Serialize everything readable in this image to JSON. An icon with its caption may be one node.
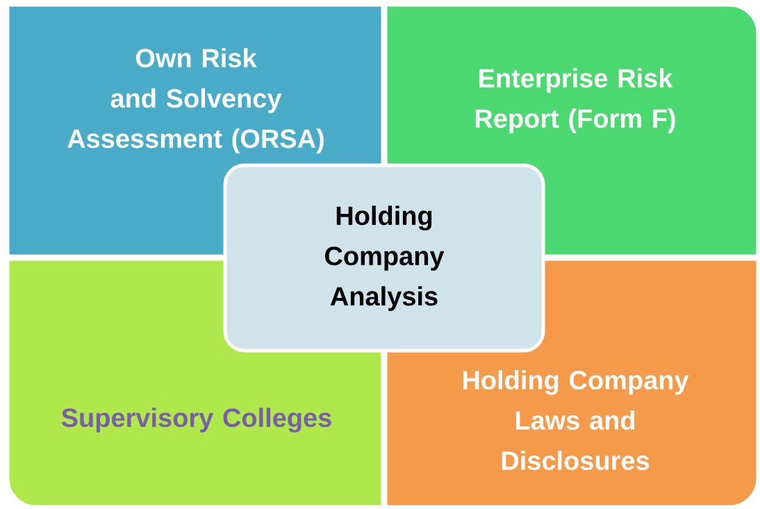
{
  "diagram": {
    "nodes": [
      {
        "text": [
          "Own Risk and Solvency Assessment (ORSA)"
        ]
      },
      {
        "text": [
          "Enterprise Risk Report (Form F)"
        ]
      },
      {
        "text": [
          "Holding Company Analysis"
        ]
      },
      {
        "text": [
          "Supervisory  Colleges"
        ]
      },
      {
        "text": [
          "Holding Company Laws and Disclosures"
        ]
      }
    ]
  }
}
